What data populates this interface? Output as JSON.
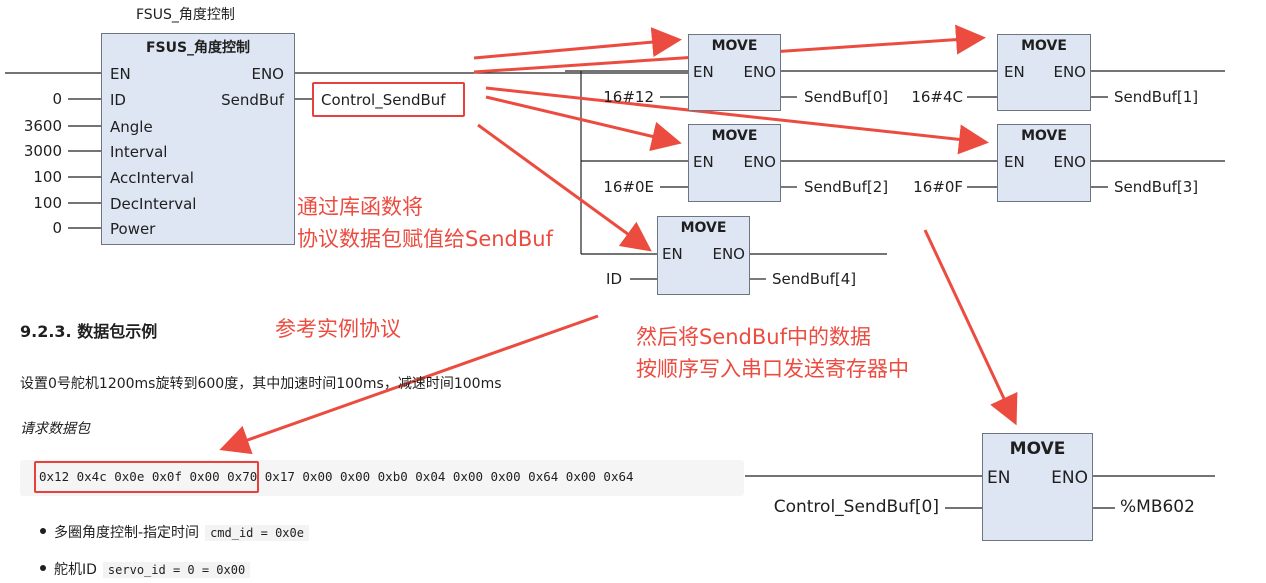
{
  "main_block": {
    "instance": "FSUS_角度控制",
    "title": "FSUS_角度控制",
    "inputs": [
      {
        "pin": "EN",
        "value": ""
      },
      {
        "pin": "ID",
        "value": "0"
      },
      {
        "pin": "Angle",
        "value": "3600"
      },
      {
        "pin": "Interval",
        "value": "3000"
      },
      {
        "pin": "AccInterval",
        "value": "100"
      },
      {
        "pin": "DecInterval",
        "value": "100"
      },
      {
        "pin": "Power",
        "value": "0"
      }
    ],
    "outputs": [
      "ENO",
      "SendBuf"
    ],
    "sendbuf_target": "Control_SendBuf"
  },
  "move_blocks": [
    {
      "title": "MOVE",
      "en": "EN",
      "eno": "ENO",
      "input": "16#12",
      "output": "SendBuf[0]"
    },
    {
      "title": "MOVE",
      "en": "EN",
      "eno": "ENO",
      "input": "16#4C",
      "output": "SendBuf[1]"
    },
    {
      "title": "MOVE",
      "en": "EN",
      "eno": "ENO",
      "input": "16#0E",
      "output": "SendBuf[2]"
    },
    {
      "title": "MOVE",
      "en": "EN",
      "eno": "ENO",
      "input": "16#0F",
      "output": "SendBuf[3]"
    },
    {
      "title": "MOVE",
      "en": "EN",
      "eno": "ENO",
      "input": "ID",
      "output": "SendBuf[4]"
    }
  ],
  "bottom_move": {
    "title": "MOVE",
    "en": "EN",
    "eno": "ENO",
    "input": "Control_SendBuf[0]",
    "output": "%MB602"
  },
  "annotations": {
    "note1_line1": "通过库函数将",
    "note1_line2": "协议数据包赋值给SendBuf",
    "note2": "参考实例协议",
    "note3_line1": "然后将SendBuf中的数据",
    "note3_line2": "按顺序写入串口发送寄存器中"
  },
  "doc": {
    "heading": "9.2.3. 数据包示例",
    "paragraph": "设置0号舵机1200ms旋转到600度，其中加速时间100ms，减速时间100ms",
    "subheading": "请求数据包",
    "code": "0x12 0x4c 0x0e 0x0f 0x00 0x70 0x17 0x00 0x00 0xb0 0x04 0x00 0x00 0x64 0x00 0x64",
    "bullets": [
      {
        "text": "多圈角度控制-指定时间",
        "code": "cmd_id = 0x0e"
      },
      {
        "text": "舵机ID",
        "code": "servo_id = 0 = 0x00"
      }
    ]
  },
  "colors": {
    "block_fill": "#dde6f2",
    "annotation": "#ec4c40",
    "highlight": "#e8413b"
  }
}
